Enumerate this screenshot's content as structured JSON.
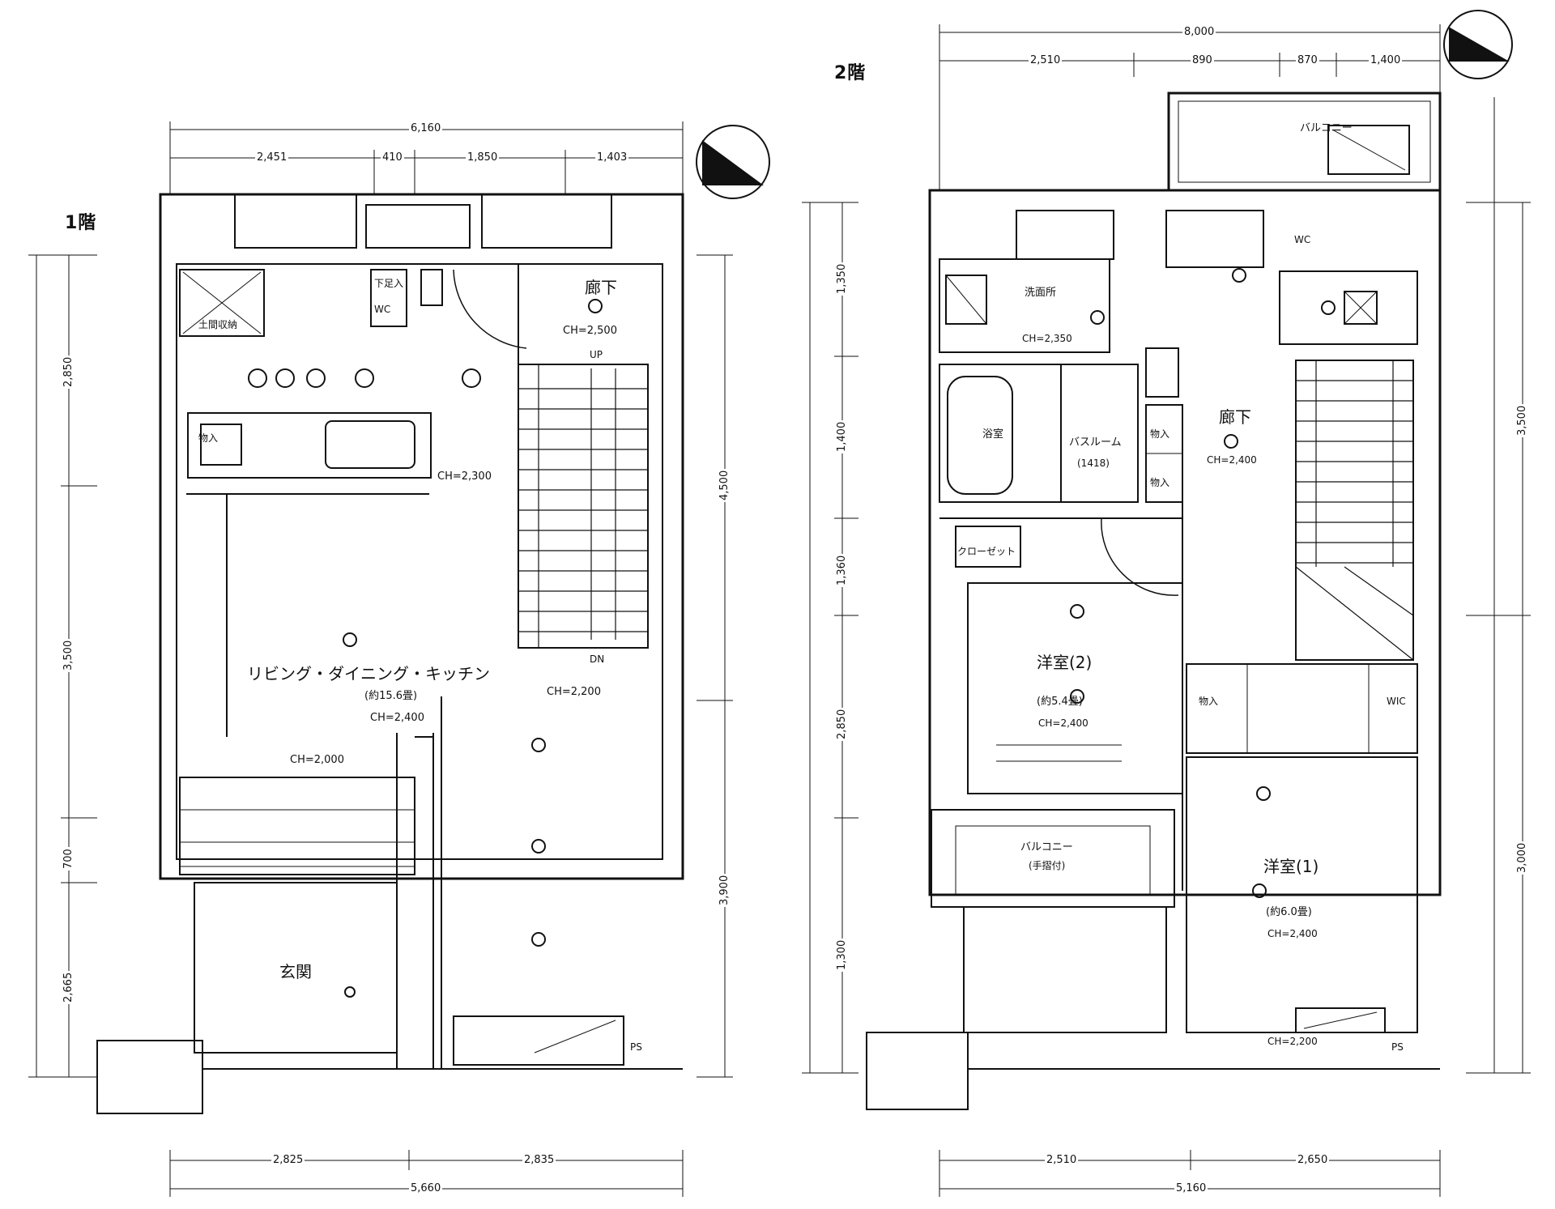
{
  "floor1": {
    "title": "1階",
    "dims": {
      "top_total": "6,160",
      "top_segments": [
        "2,451",
        "410",
        "1,850",
        "1,403"
      ],
      "bottom_segments": [
        "2,825",
        "2,835"
      ],
      "bottom_total": "5,660",
      "left_segments": [
        "2,850",
        "3,500",
        "700",
        "2,665"
      ],
      "right_segments": [
        "4,500",
        "3,900"
      ]
    },
    "rooms": {
      "corridor": "廊下",
      "ldk": "リビング・ダイニング・キッチン",
      "ldk_area": "(約15.6畳)",
      "entrance": "玄関",
      "shoebox": "下足入",
      "utility_room": "土間収納",
      "storage": "物入",
      "wc": "WC",
      "up": "UP",
      "dn": "DN",
      "ps": "PS"
    },
    "notes": {
      "ch_top": "CH=2,500",
      "ch_kitchen": "CH=2,300",
      "ch_ldk": "CH=2,400",
      "ch_bottom": "CH=2,000",
      "ch_stair": "CH=2,200"
    }
  },
  "floor2": {
    "title": "2階",
    "dims": {
      "top_total": "8,000",
      "top_segments": [
        "2,510",
        "890",
        "870",
        "1,400"
      ],
      "bottom_segments": [
        "2,510",
        "2,650"
      ],
      "bottom_total": "5,160",
      "left_segments": [
        "1,350",
        "1,400",
        "1,360",
        "2,850",
        "1,300"
      ],
      "right_segments": [
        "3,500",
        "3,000"
      ]
    },
    "rooms": {
      "balcony_top": "バルコニー",
      "washroom": "洗面所",
      "bathroom": "バスルーム",
      "bathroom_size": "(1418)",
      "bath": "浴室",
      "corridor": "廊下",
      "room2": "洋室(2)",
      "room2_area": "(約5.4畳)",
      "room1": "洋室(1)",
      "room1_area": "(約6.0畳)",
      "closet": "クローゼット",
      "balcony_small": "バルコニー",
      "balcony_small_sub": "(手摺付)",
      "storage1": "物入",
      "storage2": "物入",
      "wic": "WIC",
      "wc": "WC",
      "ps": "PS"
    },
    "notes": {
      "ch_wash": "CH=2,350",
      "ch_corr": "CH=2,400",
      "ch_room2": "CH=2,400",
      "ch_room1": "CH=2,400",
      "ch_lower": "CH=2,200"
    }
  }
}
